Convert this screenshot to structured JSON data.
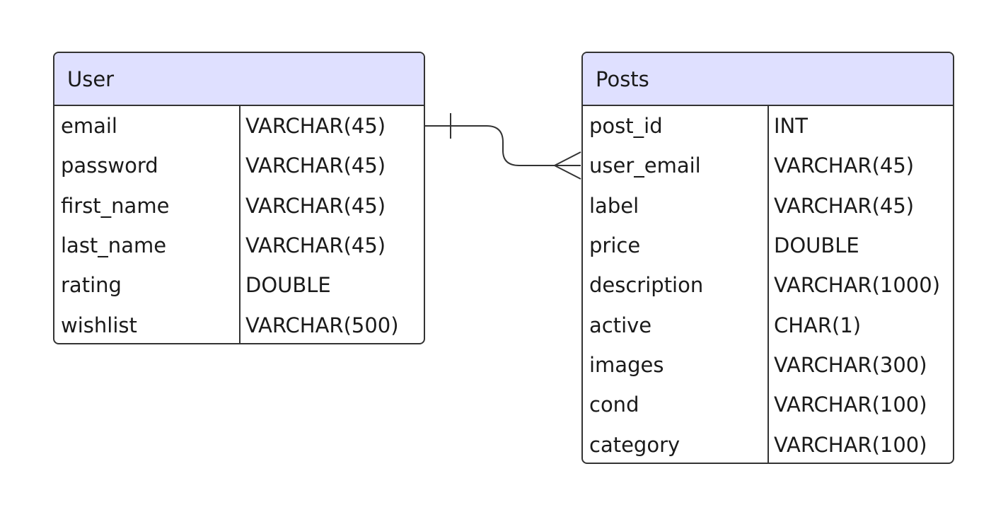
{
  "entities": {
    "user": {
      "title": "User",
      "attributes": [
        {
          "name": "email",
          "type": "VARCHAR(45)"
        },
        {
          "name": "password",
          "type": "VARCHAR(45)"
        },
        {
          "name": "first_name",
          "type": "VARCHAR(45)"
        },
        {
          "name": "last_name",
          "type": "VARCHAR(45)"
        },
        {
          "name": "rating",
          "type": "DOUBLE"
        },
        {
          "name": "wishlist",
          "type": "VARCHAR(500)"
        }
      ]
    },
    "posts": {
      "title": "Posts",
      "attributes": [
        {
          "name": "post_id",
          "type": "INT"
        },
        {
          "name": "user_email",
          "type": "VARCHAR(45)"
        },
        {
          "name": "label",
          "type": "VARCHAR(45)"
        },
        {
          "name": "price",
          "type": "DOUBLE"
        },
        {
          "name": "description",
          "type": "VARCHAR(1000)"
        },
        {
          "name": "active",
          "type": "CHAR(1)"
        },
        {
          "name": "images",
          "type": "VARCHAR(300)"
        },
        {
          "name": "cond",
          "type": "VARCHAR(100)"
        },
        {
          "name": "category",
          "type": "VARCHAR(100)"
        }
      ]
    }
  },
  "relationship": {
    "from_entity": "User",
    "from_attribute": "email",
    "from_cardinality": "one",
    "to_entity": "Posts",
    "to_attribute": "user_email",
    "to_cardinality": "many"
  },
  "colors": {
    "header_fill": "#dfe0ff",
    "border": "#333333",
    "text": "#1a1a1a"
  }
}
